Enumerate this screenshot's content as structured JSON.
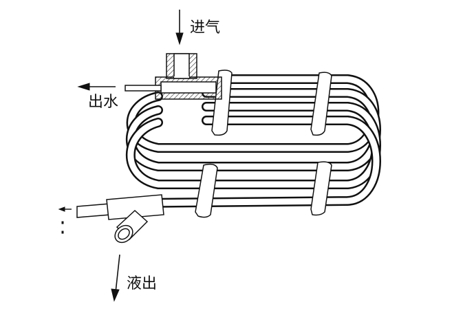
{
  "labels": {
    "gas_in": "进气",
    "water_out": "出水",
    "liquid_out": "液出"
  },
  "colors": {
    "stroke": "#111111",
    "background": "#ffffff",
    "hatch": "#333333"
  }
}
